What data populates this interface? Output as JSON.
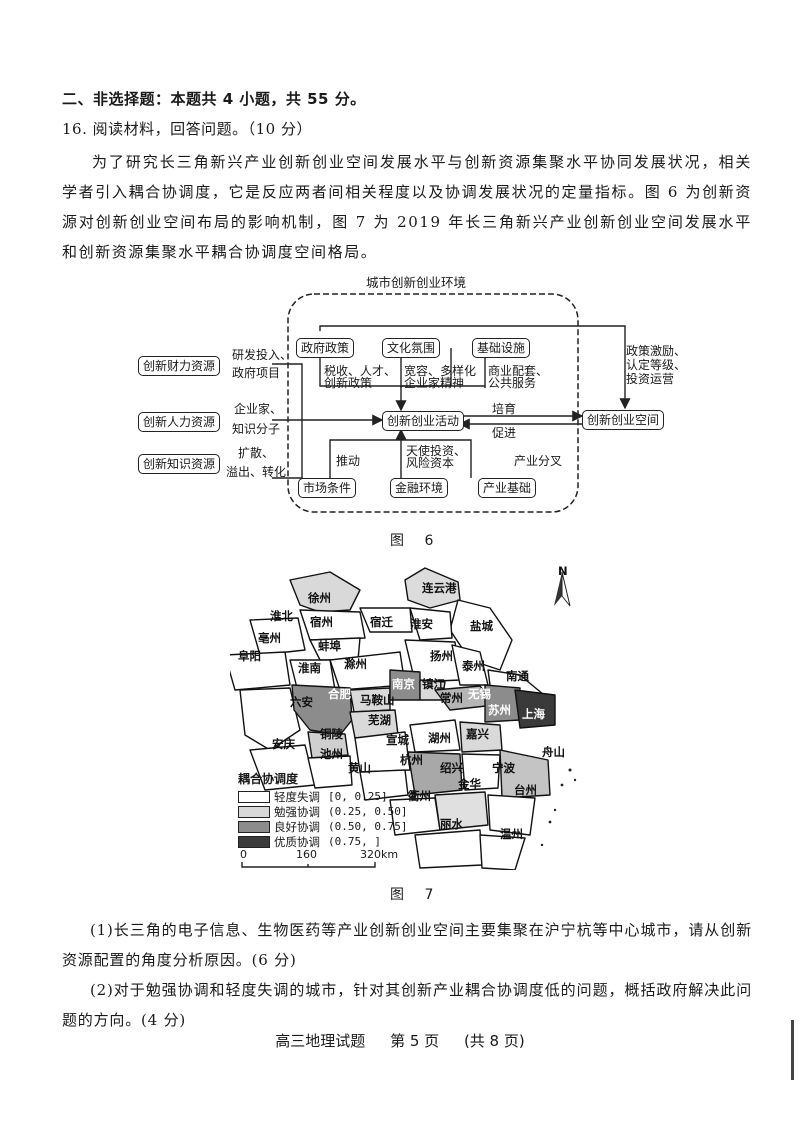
{
  "section": {
    "title": "二、非选择题：本题共 4 小题，共 55 分。"
  },
  "question": {
    "title": "16. 阅读材料，回答问题。（10 分）",
    "material": "为了研究长三角新兴产业创新创业空间发展水平与创新资源集聚水平协同发展状况，相关学者引入耦合协调度，它是反应两者间相关程度以及协调发展状况的定量指标。图 6 为创新资源对创新创业空间布局的影响机制，图 7 为 2019 年长三角新兴产业创新创业空间发展水平和创新资源集聚水平耦合协调度空间格局。"
  },
  "figure6": {
    "caption": "图 6",
    "env_title": "城市创新创业环境",
    "resources": [
      "创新财力资源",
      "创新人力资源",
      "创新知识资源"
    ],
    "resource_labels": [
      [
        "研发投入、",
        "政府项目"
      ],
      [
        "企业家、",
        "知识分子"
      ],
      [
        "扩散、",
        "溢出、转化"
      ]
    ],
    "env_top": [
      "政府政策",
      "文化氛围",
      "基础设施"
    ],
    "env_top_labels": [
      [
        "税收、人才、",
        "创新政策"
      ],
      [
        "宽容、多样化",
        "企业家精神"
      ],
      [
        "商业配套、",
        "公共服务"
      ]
    ],
    "env_bottom": [
      "市场条件",
      "金融环境",
      "产业基础"
    ],
    "env_bottom_labels": [
      [
        "推动"
      ],
      [
        "天使投资、",
        "风险资本"
      ],
      [
        "产业分叉"
      ]
    ],
    "center": "创新创业活动",
    "space": "创新创业空间",
    "cultivate": "培育",
    "promote": "促进",
    "policy_labels": [
      "政策激励、",
      "认定等级、",
      "投资运营"
    ]
  },
  "figure7": {
    "caption": "图 7",
    "north": "N",
    "legend_title": "耦合协调度",
    "legend": [
      {
        "label": "轻度失调",
        "range": "[0, 0.25]",
        "color": "#ffffff"
      },
      {
        "label": "勉强协调",
        "range": "(0.25, 0.50]",
        "color": "#d9d9d9"
      },
      {
        "label": "良好协调",
        "range": "(0.50, 0.75]",
        "color": "#8c8c8c"
      },
      {
        "label": "优质协调",
        "range": "(0.75, ]",
        "color": "#3a3a3a"
      }
    ],
    "scale": [
      "0",
      "160",
      "320km"
    ],
    "cities": [
      {
        "name": "连云港",
        "level": 1
      },
      {
        "name": "徐州",
        "level": 1
      },
      {
        "name": "淮北",
        "level": 0
      },
      {
        "name": "宿州",
        "level": 0
      },
      {
        "name": "宿迁",
        "level": 0
      },
      {
        "name": "淮安",
        "level": 0
      },
      {
        "name": "盐城",
        "level": 0
      },
      {
        "name": "亳州",
        "level": 0
      },
      {
        "name": "蚌埠",
        "level": 0
      },
      {
        "name": "阜阳",
        "level": 0
      },
      {
        "name": "淮南",
        "level": 0
      },
      {
        "name": "滁州",
        "level": 0
      },
      {
        "name": "扬州",
        "level": 0
      },
      {
        "name": "泰州",
        "level": 0
      },
      {
        "name": "南通",
        "level": 0
      },
      {
        "name": "六安",
        "level": 0
      },
      {
        "name": "合肥",
        "level": 2
      },
      {
        "name": "南京",
        "level": 2
      },
      {
        "name": "马鞍山",
        "level": 1
      },
      {
        "name": "镇江",
        "level": 1
      },
      {
        "name": "常州",
        "level": 1
      },
      {
        "name": "无锡",
        "level": 2
      },
      {
        "name": "苏州",
        "level": 2
      },
      {
        "name": "上海",
        "level": 3
      },
      {
        "name": "芜湖",
        "level": 1
      },
      {
        "name": "铜陵",
        "level": 1
      },
      {
        "name": "安庆",
        "level": 0
      },
      {
        "name": "池州",
        "level": 0
      },
      {
        "name": "宣城",
        "level": 0
      },
      {
        "name": "湖州",
        "level": 0
      },
      {
        "name": "嘉兴",
        "level": 1
      },
      {
        "name": "黄山",
        "level": 0
      },
      {
        "name": "杭州",
        "level": 2
      },
      {
        "name": "绍兴",
        "level": 0
      },
      {
        "name": "宁波",
        "level": 1
      },
      {
        "name": "舟山",
        "level": 0
      },
      {
        "name": "衢州",
        "level": 0
      },
      {
        "name": "金华",
        "level": 1
      },
      {
        "name": "台州",
        "level": 0
      },
      {
        "name": "丽水",
        "level": 0
      },
      {
        "name": "温州",
        "level": 0
      }
    ]
  },
  "subquestions": [
    "(1)长三角的电子信息、生物医药等产业创新创业空间主要集聚在沪宁杭等中心城市，请从创新资源配置的角度分析原因。(6 分)",
    "(2)对于勉强协调和轻度失调的城市，针对其创新产业耦合协调度低的问题，概括政府解决此问题的方向。(4 分)"
  ],
  "footer": {
    "subject": "高三地理试题",
    "page": "第 5 页",
    "total": "(共 8 页)"
  }
}
